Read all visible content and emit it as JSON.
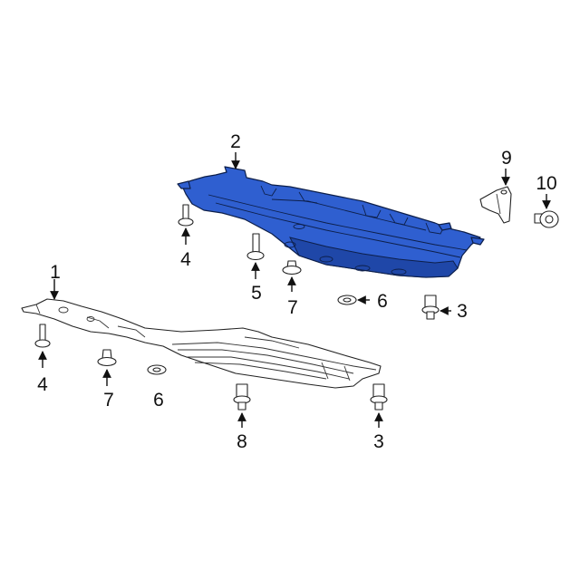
{
  "accent_color": "#2f5fd0",
  "callouts": [
    {
      "id": "c1",
      "label": "1"
    },
    {
      "id": "c2",
      "label": "2"
    },
    {
      "id": "c3a",
      "label": "3"
    },
    {
      "id": "c3b",
      "label": "3"
    },
    {
      "id": "c4a",
      "label": "4"
    },
    {
      "id": "c4b",
      "label": "4"
    },
    {
      "id": "c5",
      "label": "5"
    },
    {
      "id": "c6a",
      "label": "6"
    },
    {
      "id": "c6b",
      "label": "6"
    },
    {
      "id": "c7a",
      "label": "7"
    },
    {
      "id": "c7b",
      "label": "7"
    },
    {
      "id": "c8",
      "label": "8"
    },
    {
      "id": "c9",
      "label": "9"
    },
    {
      "id": "c10",
      "label": "10"
    }
  ]
}
